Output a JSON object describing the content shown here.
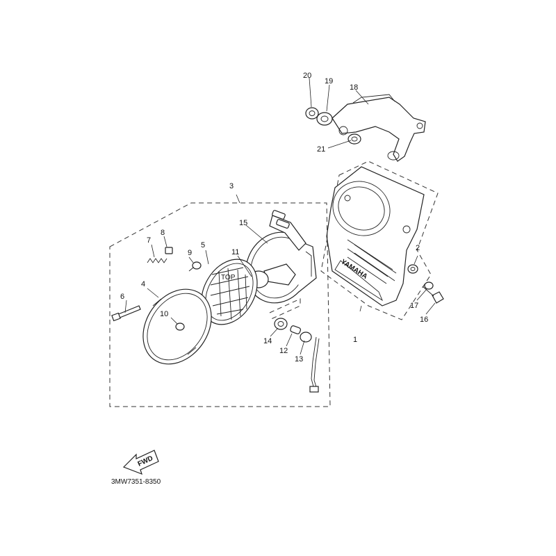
{
  "diagram": {
    "callouts": [
      "1",
      "2",
      "3",
      "4",
      "5",
      "6",
      "7",
      "8",
      "9",
      "10",
      "11",
      "12",
      "13",
      "14",
      "15",
      "16",
      "17",
      "18",
      "19",
      "20",
      "21"
    ],
    "part_code": "3MW7351-8350",
    "arrow_label": "FWD",
    "cover_brand": "YAMAHA",
    "lamp_mark": "TOP"
  }
}
